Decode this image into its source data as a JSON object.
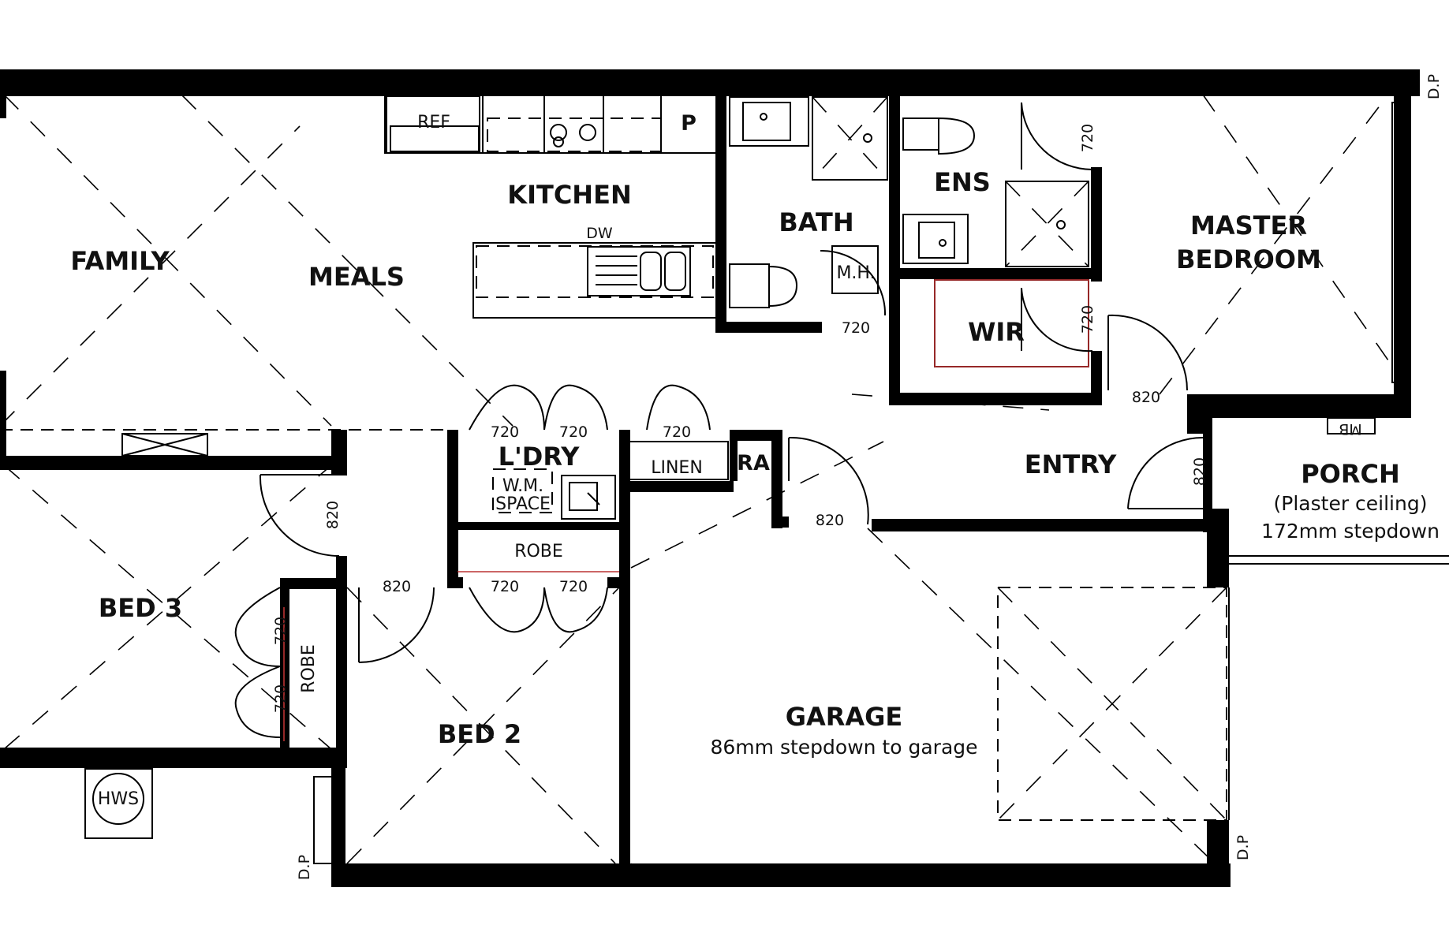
{
  "rooms": {
    "family": "FAMILY",
    "meals": "MEALS",
    "kitchen": "KITCHEN",
    "bath": "BATH",
    "ens": "ENS",
    "master_line1": "MASTER",
    "master_line2": "BEDROOM",
    "wir": "WIR",
    "entry": "ENTRY",
    "porch": "PORCH",
    "porch_note1": "(Plaster ceiling)",
    "porch_note2": "172mm stepdown",
    "laundry": "L'DRY",
    "wm_line1": "W.M.",
    "wm_line2": "SPACE",
    "linen": "LINEN",
    "ra": "RA",
    "robe": "ROBE",
    "robe_bed3": "ROBE",
    "bed3": "BED 3",
    "bed2": "BED 2",
    "garage": "GARAGE",
    "garage_note": "86mm stepdown to garage",
    "pantry": "P",
    "mh": "M.H.",
    "dw": "DW",
    "ref": "REF",
    "hws": "HWS",
    "mb": "MB",
    "dp": "D.P"
  },
  "dimensions": {
    "ens_door": "720",
    "wir_door": "720",
    "bath_door": "720",
    "master_door": "820",
    "entry_door": "820",
    "garage_door": "820",
    "bed3_door": "820",
    "bed2_door": "820",
    "ldry_left": "720",
    "ldry_right": "720",
    "linen_door": "720",
    "robe_left": "720",
    "robe_right": "720",
    "bed3_robe_top": "720",
    "bed3_robe_bottom": "720"
  }
}
